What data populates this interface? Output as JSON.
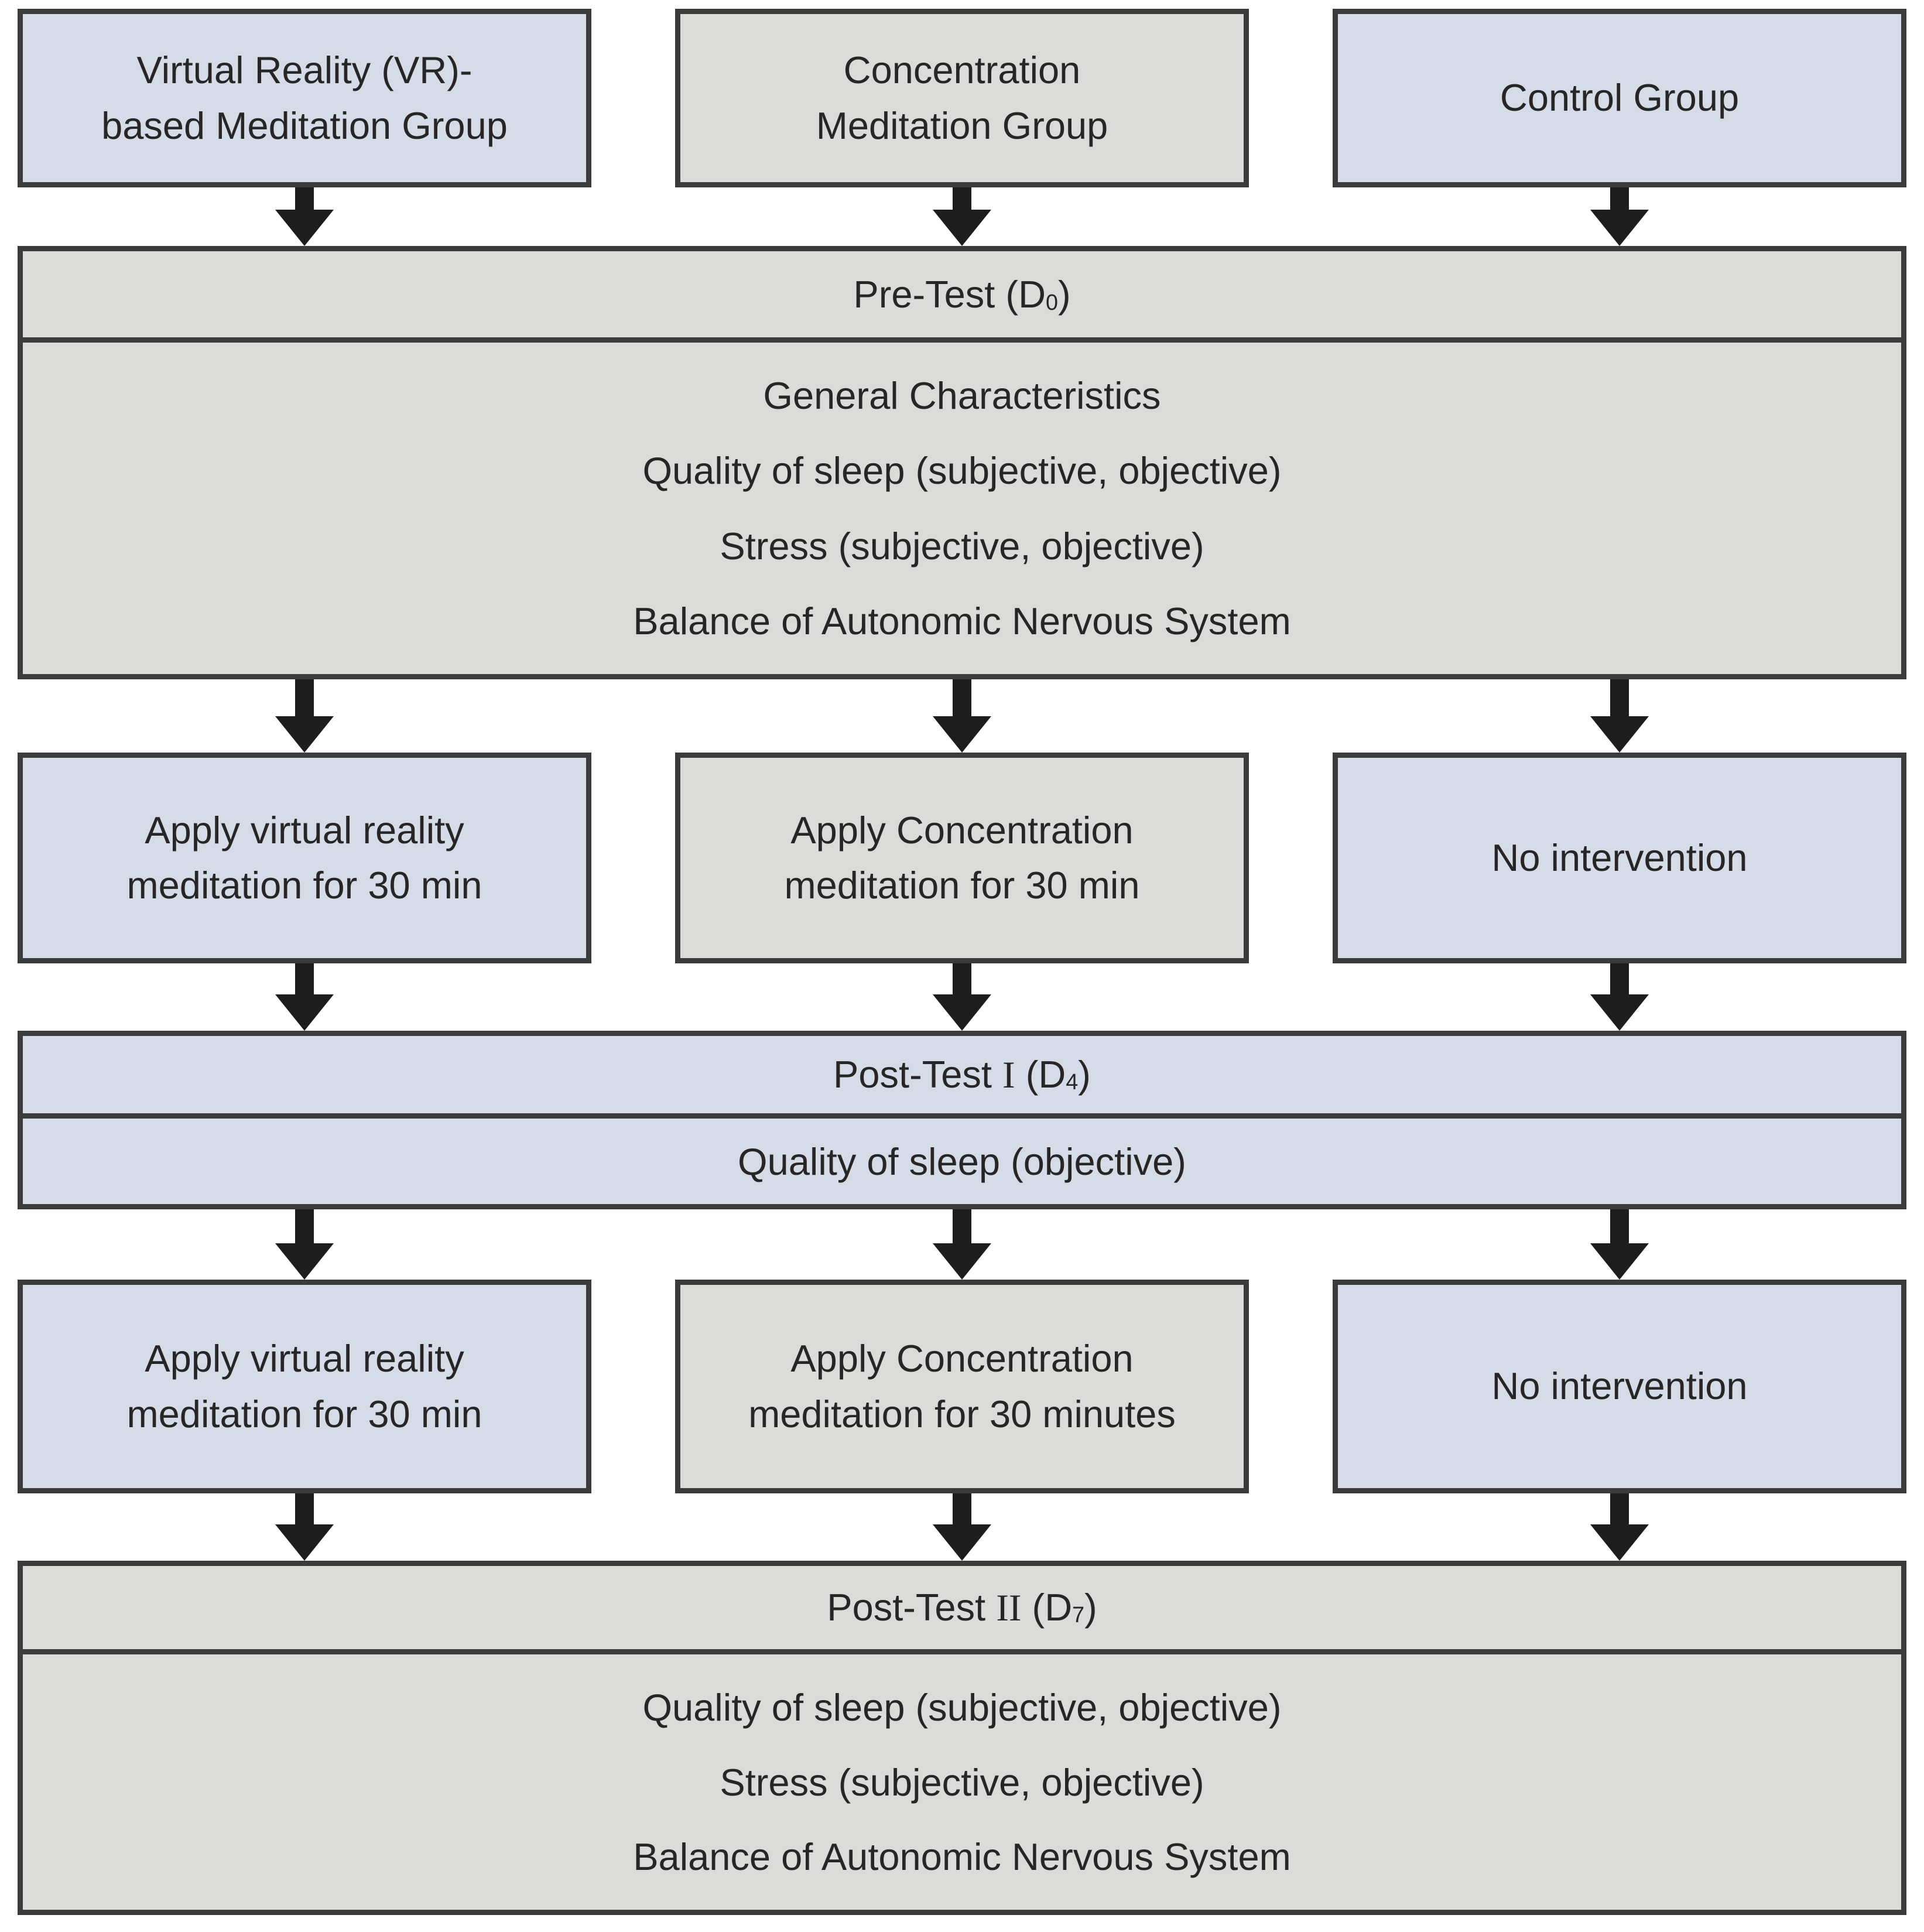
{
  "colors": {
    "box_blue": "#d6dbe8",
    "box_gray": "#dbdbd9",
    "border": "#3b3b3b",
    "arrow": "#1d1d1d",
    "text": "#262626",
    "background": "#ffffff"
  },
  "top_groups": [
    {
      "label": "Virtual Reality (VR)-\nbased Meditation Group"
    },
    {
      "label": "Concentration\nMeditation Group"
    },
    {
      "label": "Control Group"
    }
  ],
  "pre_test": {
    "title_prefix": "Pre-Test (D",
    "title_sub": "0",
    "title_suffix": ")",
    "items": [
      "General Characteristics",
      "Quality of sleep (subjective, objective)",
      "Stress (subjective, objective)",
      "Balance of Autonomic Nervous System"
    ]
  },
  "intervention_round1": [
    {
      "label": "Apply virtual reality\nmeditation for 30 min"
    },
    {
      "label": "Apply Concentration\nmeditation for 30 min"
    },
    {
      "label": "No intervention"
    }
  ],
  "post_test_1": {
    "title_prefix": "Post-Test ",
    "title_roman": "I",
    "title_mid": " (D",
    "title_sub": "4",
    "title_suffix": ")",
    "items": [
      "Quality of sleep (objective)"
    ]
  },
  "intervention_round2": [
    {
      "label": "Apply virtual reality\nmeditation for 30 min"
    },
    {
      "label": "Apply Concentration\nmeditation for 30 minutes"
    },
    {
      "label": "No intervention"
    }
  ],
  "post_test_2": {
    "title_prefix": "Post-Test ",
    "title_roman": "II",
    "title_mid": " (D",
    "title_sub": "7",
    "title_suffix": ")",
    "items": [
      "Quality of sleep (subjective, objective)",
      "Stress (subjective, objective)",
      "Balance of Autonomic Nervous System"
    ]
  }
}
